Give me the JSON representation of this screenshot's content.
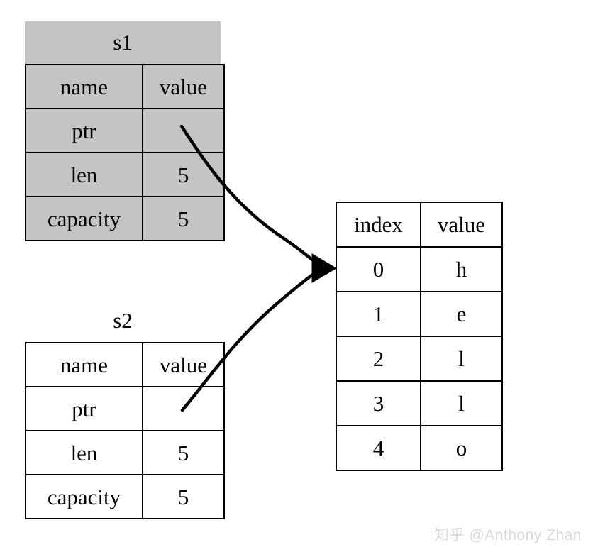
{
  "diagram": {
    "title_s1": "s1",
    "title_s2": "s2",
    "colors": {
      "struct_fill_s1": "#c4c4c4",
      "struct_fill_s2": "#ffffff",
      "buffer_fill": "#ffffff",
      "stroke": "#000000",
      "watermark": "#d8d8d8"
    }
  },
  "s1": {
    "label": "s1",
    "headers": [
      "name",
      "value"
    ],
    "rows": [
      {
        "name": "ptr",
        "value": ""
      },
      {
        "name": "len",
        "value": "5"
      },
      {
        "name": "capacity",
        "value": "5"
      }
    ]
  },
  "s2": {
    "label": "s2",
    "headers": [
      "name",
      "value"
    ],
    "rows": [
      {
        "name": "ptr",
        "value": ""
      },
      {
        "name": "len",
        "value": "5"
      },
      {
        "name": "capacity",
        "value": "5"
      }
    ]
  },
  "buffer": {
    "headers": [
      "index",
      "value"
    ],
    "rows": [
      {
        "index": "0",
        "value": "h"
      },
      {
        "index": "1",
        "value": "e"
      },
      {
        "index": "2",
        "value": "l"
      },
      {
        "index": "3",
        "value": "l"
      },
      {
        "index": "4",
        "value": "o"
      }
    ]
  },
  "watermark": {
    "text": "知乎 @Anthony Zhan"
  }
}
